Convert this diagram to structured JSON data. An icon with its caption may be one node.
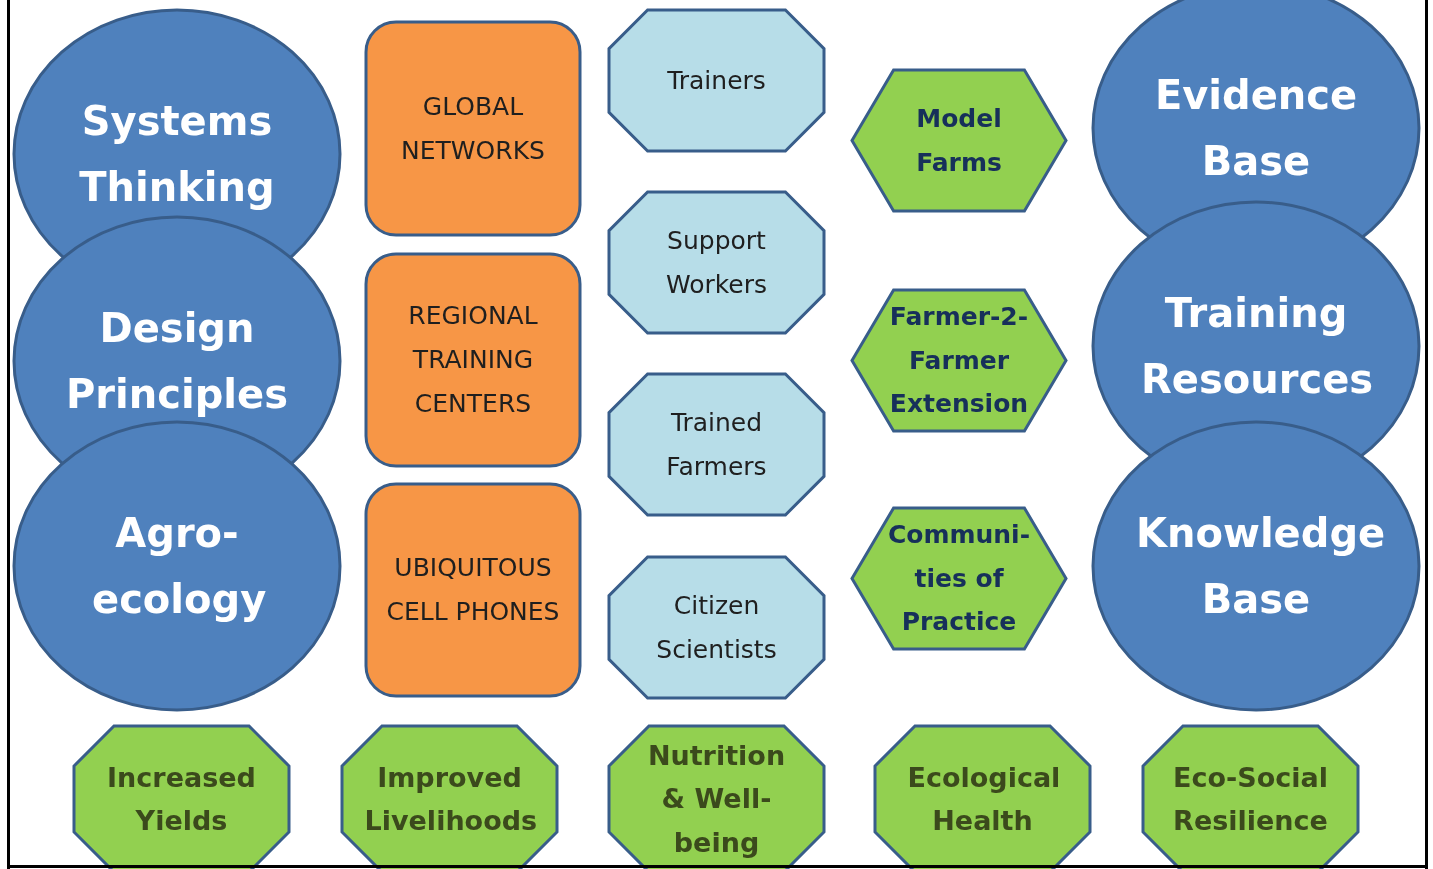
{
  "diagram": {
    "nodes": [
      {
        "text": [
          "Systems Thinking"
        ]
      },
      {
        "text": [
          "Design Principles"
        ]
      },
      {
        "text": [
          "Agro- ecology"
        ]
      },
      {
        "text": [
          "GLOBAL NETWORKS"
        ]
      },
      {
        "text": [
          "REGIONAL TRAINING CENTERS"
        ]
      },
      {
        "text": [
          "UBIQUITOUS CELL PHONES"
        ]
      },
      {
        "text": [
          "Trainers"
        ]
      },
      {
        "text": [
          "Support Workers"
        ]
      },
      {
        "text": [
          "Trained Farmers"
        ]
      },
      {
        "text": [
          "Citizen Scientists"
        ]
      },
      {
        "text": [
          "Model Farms"
        ]
      },
      {
        "text": [
          "Farmer-2- Farmer Extension"
        ]
      },
      {
        "text": [
          "Communi- ties of Practice"
        ]
      },
      {
        "text": [
          "Evidence Base"
        ]
      },
      {
        "text": [
          "Training Resources"
        ]
      },
      {
        "text": [
          "Knowledge Base"
        ]
      },
      {
        "text": [
          "Increased Yields"
        ]
      },
      {
        "text": [
          "Improved Livelihoods"
        ]
      },
      {
        "text": [
          "Nutrition & Well-being"
        ]
      },
      {
        "text": [
          "Ecological Health"
        ]
      },
      {
        "text": [
          "Eco-Social Resilience"
        ]
      }
    ]
  }
}
